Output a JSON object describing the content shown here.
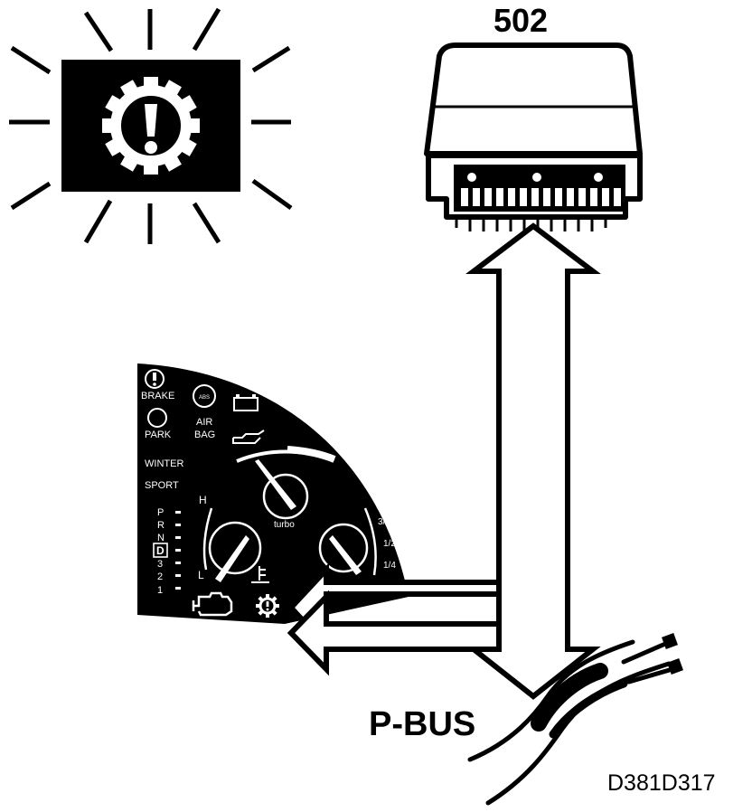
{
  "labels": {
    "module": "502",
    "bus": "P-BUS",
    "reference": "D381D317"
  },
  "cluster": {
    "brake": "BRAKE",
    "park": "PARK",
    "abs": "ABS",
    "airbag_line1": "AIR",
    "airbag_line2": "BAG",
    "winter": "WINTER",
    "sport": "SPORT",
    "turbo": "turbo",
    "temp_high": "H",
    "temp_low": "L",
    "fuel_full": "F",
    "fuel_three_quarter": "3/4",
    "fuel_half": "1/2",
    "fuel_quarter": "1/4",
    "gear_positions": [
      "P",
      "R",
      "N",
      "D",
      "3",
      "2",
      "1"
    ]
  },
  "colors": {
    "ink": "#000000",
    "paper": "#ffffff"
  }
}
